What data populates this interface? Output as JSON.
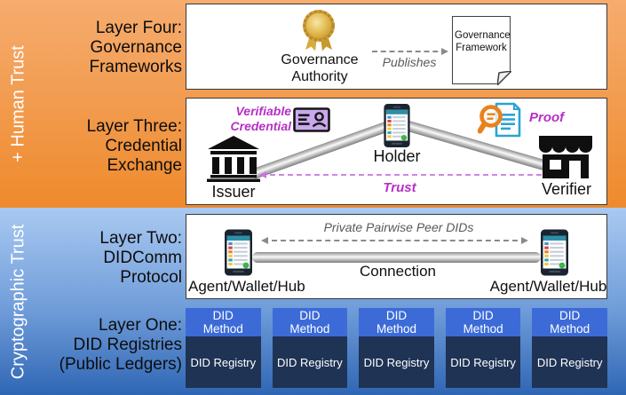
{
  "side_labels": {
    "top": "+ Human Trust",
    "bottom": "Cryptographic Trust"
  },
  "layer_four": {
    "label_lines": [
      "Layer Four:",
      "Governance",
      "Frameworks"
    ],
    "authority_label": "Governance Authority",
    "publishes_label": "Publishes",
    "framework_label": "Governance Framework"
  },
  "layer_three": {
    "label_lines": [
      "Layer Three:",
      "Credential",
      "Exchange"
    ],
    "verifiable_credential_label": "Verifiable Credential",
    "issuer_label": "Issuer",
    "holder_label": "Holder",
    "proof_label": "Proof",
    "verifier_label": "Verifier",
    "trust_label": "Trust"
  },
  "layer_two": {
    "label_lines": [
      "Layer Two:",
      "DIDComm",
      "Protocol"
    ],
    "peer_dids_label": "Private Pairwise Peer DIDs",
    "connection_label": "Connection",
    "agents": [
      "Agent/Wallet/Hub",
      "Agent/Wallet/Hub"
    ]
  },
  "layer_one": {
    "label_lines": [
      "Layer One:",
      "DID Registries",
      "(Public Ledgers)"
    ],
    "stacks": [
      {
        "method": "DID Method",
        "registry": "DID Registry"
      },
      {
        "method": "DID Method",
        "registry": "DID Registry"
      },
      {
        "method": "DID Method",
        "registry": "DID Registry"
      },
      {
        "method": "DID Method",
        "registry": "DID Registry"
      },
      {
        "method": "DID Method",
        "registry": "DID Registry"
      }
    ]
  },
  "colors": {
    "human_trust_orange_top": "#F6AC6E",
    "human_trust_orange_bottom": "#EF8A2C",
    "crypto_trust_blue_top": "#A9C9F1",
    "crypto_trust_blue_bottom": "#2F66B4",
    "accent_magenta": "#B62FC6",
    "trust_dash_purple": "#D183E8",
    "did_method_blue": "#3C6BD8",
    "did_registry_navy": "#1F3355"
  }
}
